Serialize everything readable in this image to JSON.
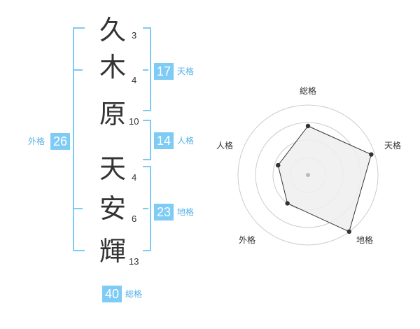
{
  "name_chars": [
    {
      "char": "久",
      "strokes": "3"
    },
    {
      "char": "木",
      "strokes": "4"
    },
    {
      "char": "原",
      "strokes": "10"
    },
    {
      "char": "天",
      "strokes": "4"
    },
    {
      "char": "安",
      "strokes": "6"
    },
    {
      "char": "輝",
      "strokes": "13"
    }
  ],
  "fortunes": {
    "tenkaku": {
      "value": "17",
      "label": "天格"
    },
    "jinkaku": {
      "value": "14",
      "label": "人格"
    },
    "chikaku": {
      "value": "23",
      "label": "地格"
    },
    "gaikaku": {
      "value": "26",
      "label": "外格"
    },
    "soukaku": {
      "value": "40",
      "label": "総格"
    }
  },
  "radar": {
    "axes": [
      "総格",
      "天格",
      "地格",
      "外格",
      "人格"
    ],
    "values": [
      0.7,
      0.95,
      1.0,
      0.5,
      0.45
    ],
    "max": 1,
    "rings": 4,
    "colors": {
      "ring": "#cccccc",
      "fill": "#eeeeee",
      "line": "#333333",
      "point": "#333333",
      "center": "#bbbbbb"
    }
  },
  "colors": {
    "bracket": "#7ecbf5",
    "badge": "#7ecbf5",
    "label": "#55b2e8"
  }
}
